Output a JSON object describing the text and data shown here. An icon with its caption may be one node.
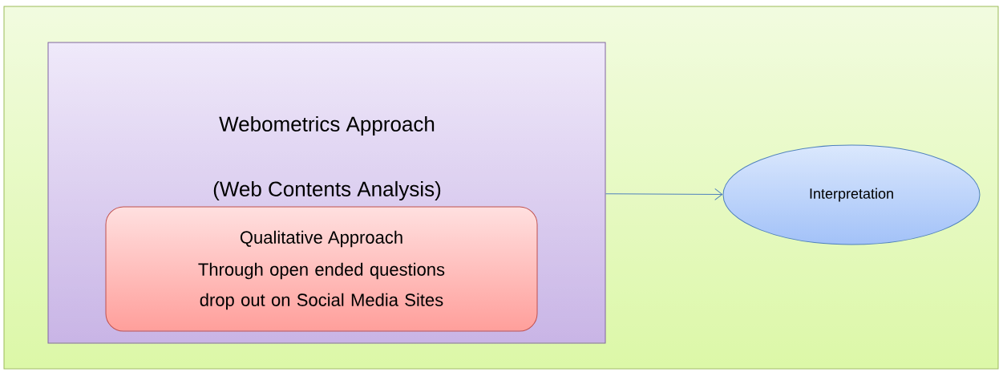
{
  "diagram": {
    "nodes": [
      {
        "text": [],
        "shape": "box"
      },
      {
        "text": [
          "Webometrics Approach",
          "(Web Contents Analysis)"
        ],
        "in": 0
      },
      {
        "text": [
          "Qualitative Approach",
          "Through open ended questions drop out on Social Media Sites"
        ],
        "in": 1
      },
      {
        "text": [
          "Interpretation"
        ],
        "in": 0
      }
    ],
    "edges": [
      {
        "from": 1,
        "to": 3,
        "arrow": "to"
      }
    ]
  }
}
